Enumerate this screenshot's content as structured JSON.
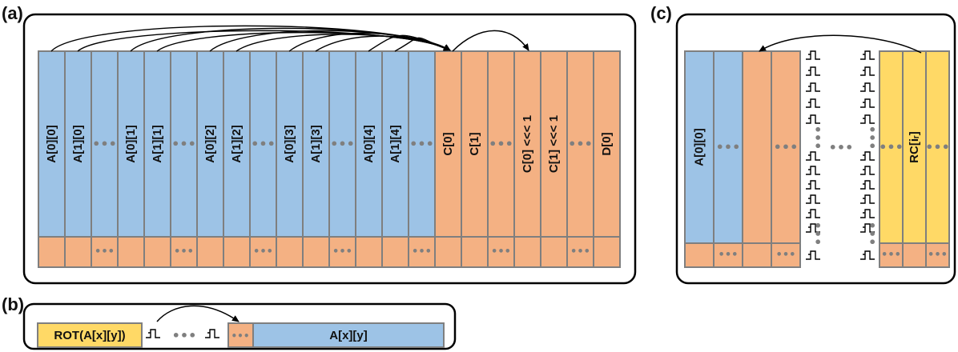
{
  "colors": {
    "blue": "#9dc3e6",
    "orange": "#f4b183",
    "yellow": "#ffd966",
    "cell_border": "#7f7f7f",
    "frame": "#000000",
    "dots": "#7f7f7f"
  },
  "icons": {
    "flip_flop": "register-step-icon",
    "arrow": "curved-arrow-icon"
  },
  "panel_a": {
    "label": "(a)",
    "columns": [
      {
        "text": "A[0][0]",
        "color": "blue",
        "footer": ""
      },
      {
        "text": "A[1][0]",
        "color": "blue",
        "footer": ""
      },
      {
        "text": "•••",
        "color": "blue",
        "footer": "•••"
      },
      {
        "text": "A[0][1]",
        "color": "blue",
        "footer": ""
      },
      {
        "text": "A[1][1]",
        "color": "blue",
        "footer": ""
      },
      {
        "text": "•••",
        "color": "blue",
        "footer": "•••"
      },
      {
        "text": "A[0][2]",
        "color": "blue",
        "footer": ""
      },
      {
        "text": "A[1][2]",
        "color": "blue",
        "footer": ""
      },
      {
        "text": "•••",
        "color": "blue",
        "footer": "•••"
      },
      {
        "text": "A[0][3]",
        "color": "blue",
        "footer": ""
      },
      {
        "text": "A[1][3]",
        "color": "blue",
        "footer": ""
      },
      {
        "text": "•••",
        "color": "blue",
        "footer": "•••"
      },
      {
        "text": "A[0][4]",
        "color": "blue",
        "footer": ""
      },
      {
        "text": "A[1][4]",
        "color": "blue",
        "footer": ""
      },
      {
        "text": "•••",
        "color": "blue",
        "footer": "•••"
      },
      {
        "text": "C[0]",
        "color": "orange",
        "footer": ""
      },
      {
        "text": "C[1]",
        "color": "orange",
        "footer": ""
      },
      {
        "text": "•••",
        "color": "orange",
        "footer": "•••"
      },
      {
        "text": "C[0] <<< 1",
        "color": "orange",
        "footer": ""
      },
      {
        "text": "C[1] <<< 1",
        "color": "orange",
        "footer": ""
      },
      {
        "text": "•••",
        "color": "orange",
        "footer": "•••"
      },
      {
        "text": "D[0]",
        "color": "orange",
        "footer": ""
      }
    ]
  },
  "panel_b": {
    "label": "(b)",
    "rot_label": "ROT(A[x][y])",
    "dots": "•••",
    "small_dots": "•••",
    "lane_label": "A[x][y]"
  },
  "panel_c": {
    "label": "(c)",
    "left_columns": [
      {
        "text": "A[0][0]",
        "color": "blue",
        "footer": ""
      },
      {
        "text": "•••",
        "color": "blue",
        "footer": "•••"
      },
      {
        "text": "",
        "color": "orange",
        "footer": ""
      },
      {
        "text": "•••",
        "color": "orange",
        "footer": "•••"
      }
    ],
    "right_columns": [
      {
        "text": "•••",
        "color": "yellow",
        "footer": "•••"
      },
      {
        "text": "RC[iᵣ]",
        "color": "yellow",
        "footer": ""
      },
      {
        "text": "•••",
        "color": "yellow",
        "footer": "•••"
      }
    ],
    "middle_dots": "•••"
  }
}
